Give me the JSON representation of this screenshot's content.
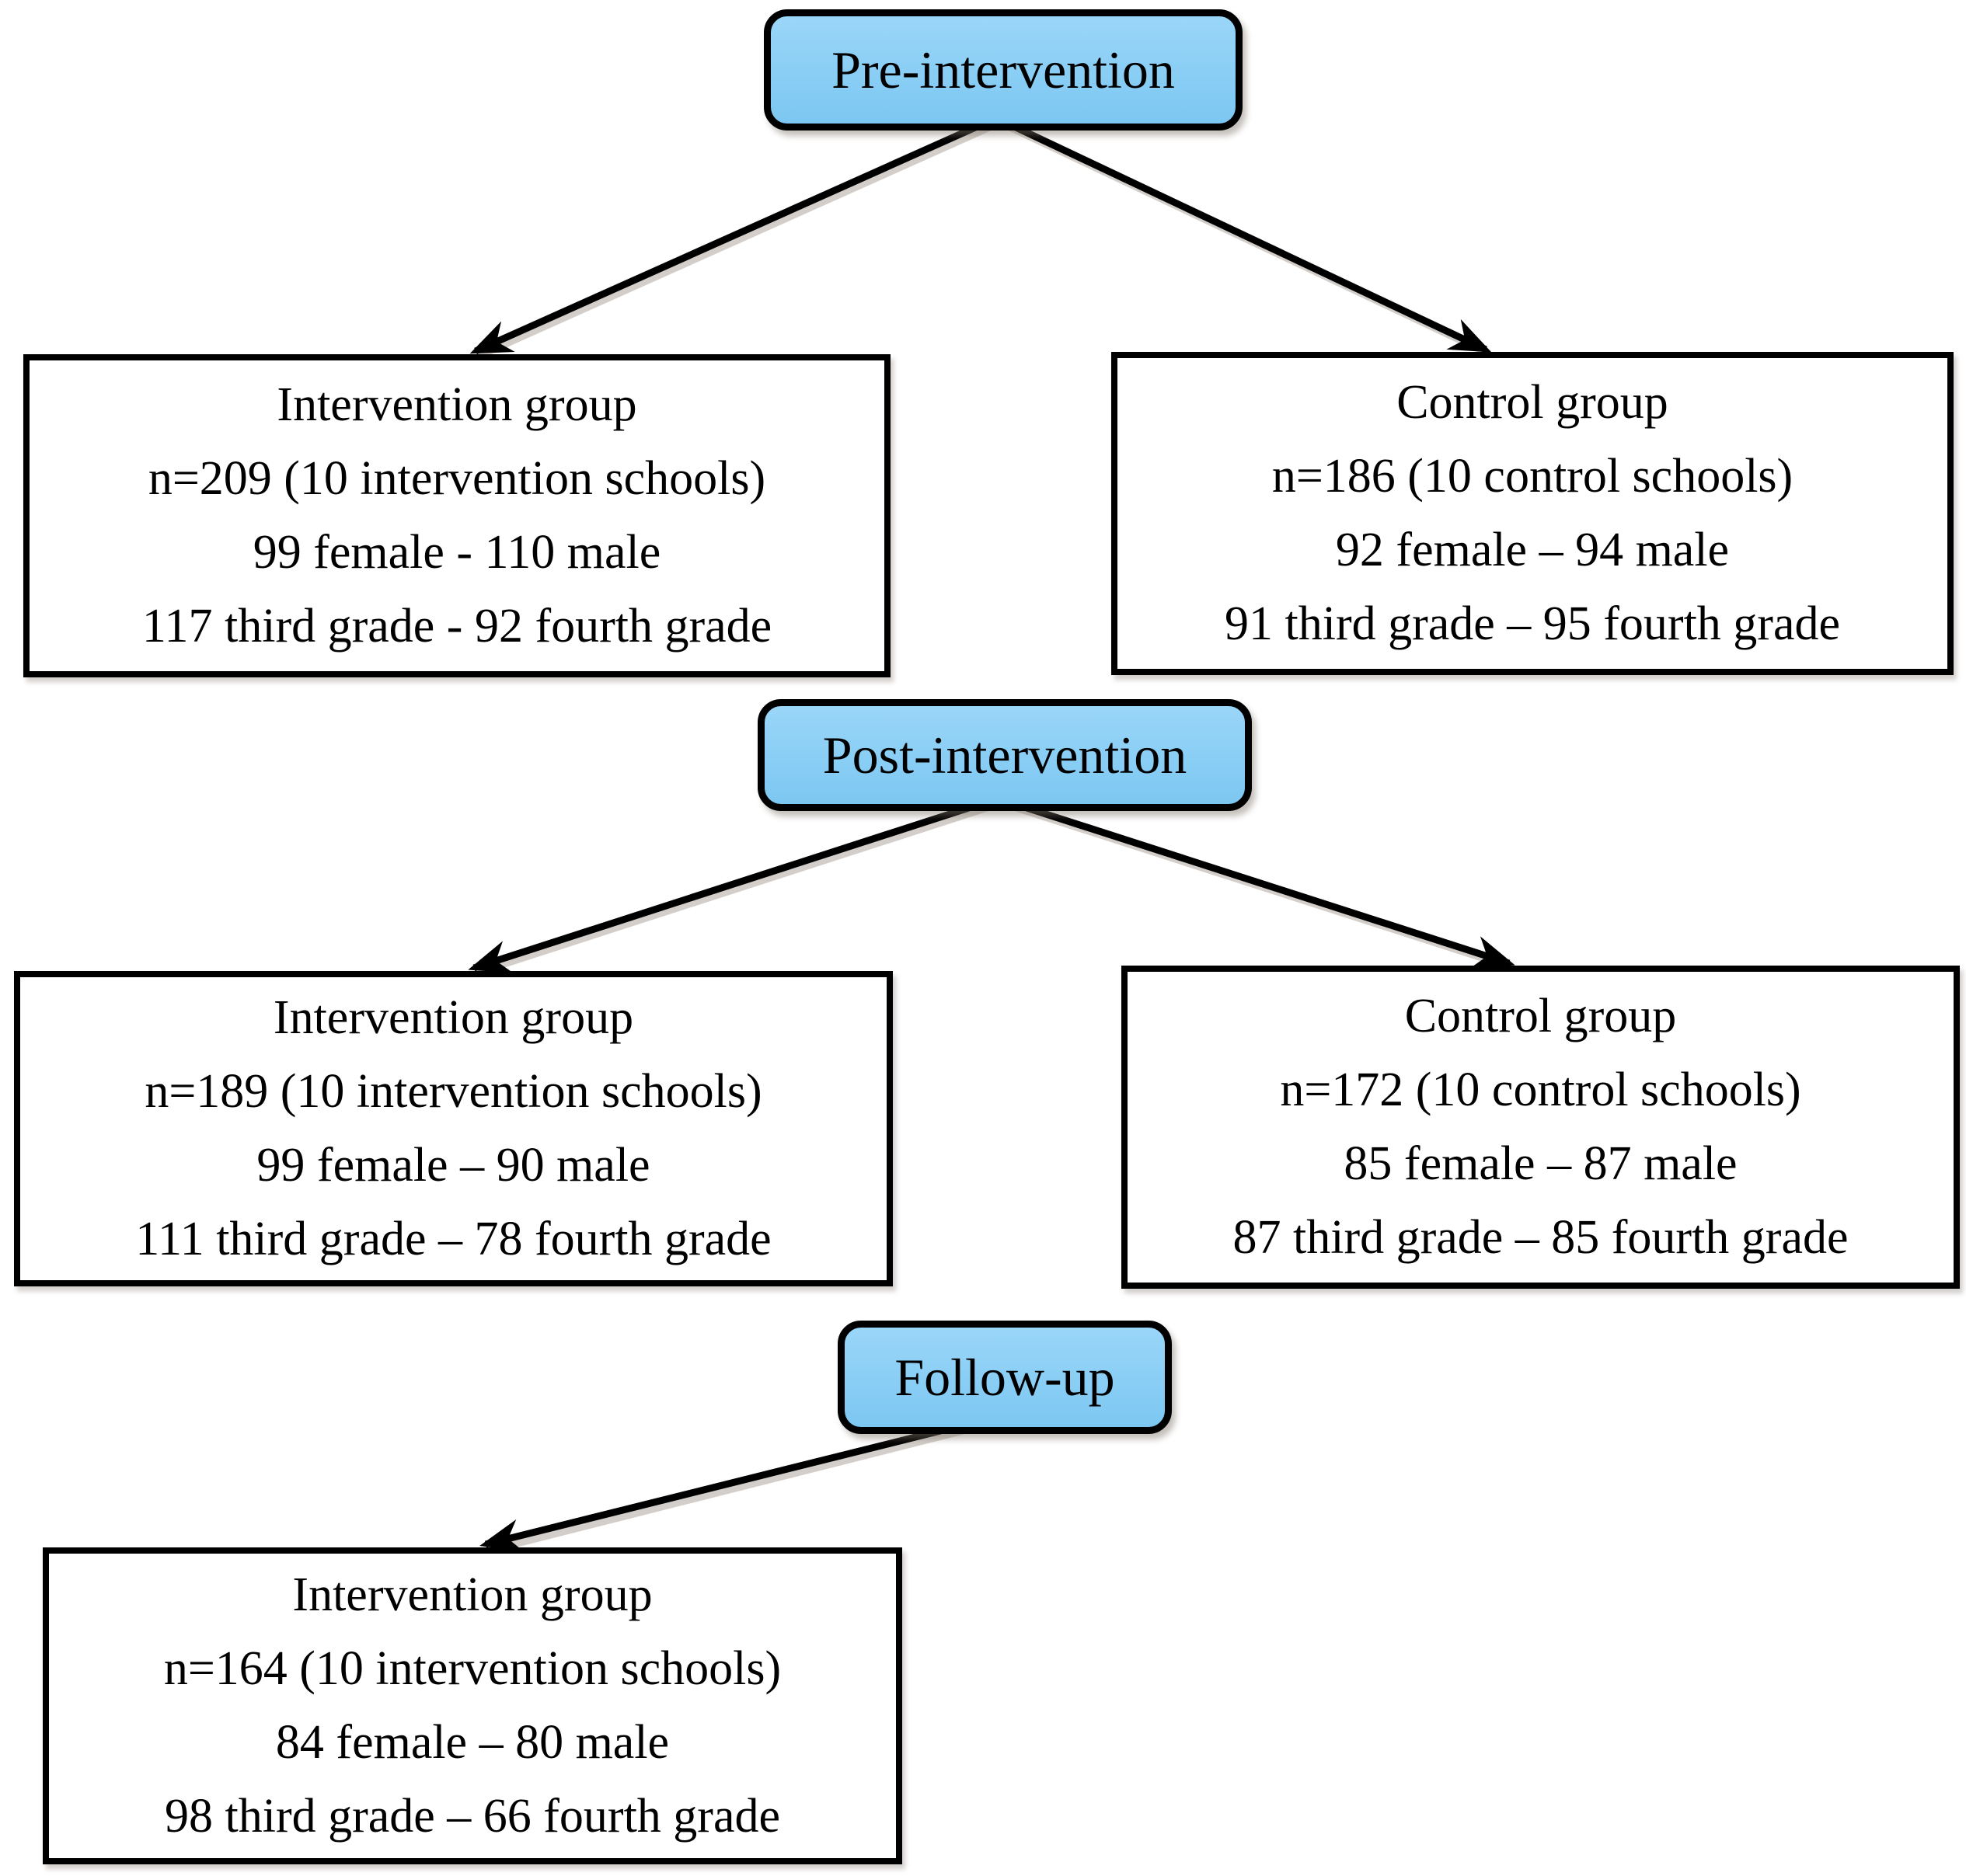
{
  "colors": {
    "background": "#FFFFFF",
    "stage_fill_top": "#9AD6F8",
    "stage_fill": "#7CC7F2",
    "stage_border": "#000000",
    "box_border": "#000000",
    "arrow": "#000000",
    "text": "#000000"
  },
  "stages": [
    {
      "label": "Pre-intervention",
      "groups": [
        {
          "title": "Intervention group",
          "lines": [
            "n=209 (10 intervention schools)",
            "99 female - 110 male",
            "117 third grade - 92 fourth grade"
          ]
        },
        {
          "title": "Control group",
          "lines": [
            "n=186 (10 control schools)",
            "92 female – 94 male",
            "91 third grade – 95 fourth grade"
          ]
        }
      ]
    },
    {
      "label": "Post-intervention",
      "groups": [
        {
          "title": "Intervention group",
          "lines": [
            "n=189 (10 intervention schools)",
            "99 female – 90 male",
            "111 third grade – 78 fourth grade"
          ]
        },
        {
          "title": "Control group",
          "lines": [
            "n=172 (10 control schools)",
            "85 female – 87 male",
            "87 third grade – 85 fourth grade"
          ]
        }
      ]
    },
    {
      "label": "Follow-up",
      "groups": [
        {
          "title": "Intervention group",
          "lines": [
            "n=164 (10 intervention schools)",
            "84 female – 80 male",
            "98 third grade – 66 fourth grade"
          ]
        }
      ]
    }
  ]
}
